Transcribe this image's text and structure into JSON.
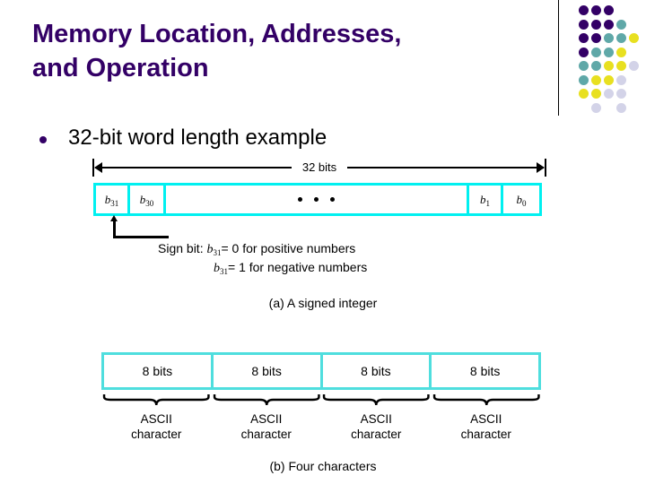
{
  "slide": {
    "title_lines": [
      "Memory Location, Addresses,",
      "and Operation"
    ],
    "title_color": "#330066"
  },
  "decoration": {
    "name": "dot-grid",
    "colors": {
      "purple": "#330066",
      "teal": "#5fa8a8",
      "yellow": "#e8e020",
      "lavender": "#d3d3e8"
    },
    "dots": [
      {
        "col": 0,
        "row": 0,
        "color": "purple"
      },
      {
        "col": 1,
        "row": 0,
        "color": "purple"
      },
      {
        "col": 2,
        "row": 0,
        "color": "purple"
      },
      {
        "col": 0,
        "row": 1,
        "color": "purple"
      },
      {
        "col": 1,
        "row": 1,
        "color": "purple"
      },
      {
        "col": 2,
        "row": 1,
        "color": "purple"
      },
      {
        "col": 3,
        "row": 1,
        "color": "teal"
      },
      {
        "col": 0,
        "row": 2,
        "color": "purple"
      },
      {
        "col": 1,
        "row": 2,
        "color": "purple"
      },
      {
        "col": 2,
        "row": 2,
        "color": "teal"
      },
      {
        "col": 3,
        "row": 2,
        "color": "teal"
      },
      {
        "col": 4,
        "row": 2,
        "color": "yellow"
      },
      {
        "col": 0,
        "row": 3,
        "color": "purple"
      },
      {
        "col": 1,
        "row": 3,
        "color": "teal"
      },
      {
        "col": 2,
        "row": 3,
        "color": "teal"
      },
      {
        "col": 3,
        "row": 3,
        "color": "yellow"
      },
      {
        "col": 0,
        "row": 4,
        "color": "teal"
      },
      {
        "col": 1,
        "row": 4,
        "color": "teal"
      },
      {
        "col": 2,
        "row": 4,
        "color": "yellow"
      },
      {
        "col": 3,
        "row": 4,
        "color": "yellow"
      },
      {
        "col": 4,
        "row": 4,
        "color": "lavender"
      },
      {
        "col": 0,
        "row": 5,
        "color": "teal"
      },
      {
        "col": 1,
        "row": 5,
        "color": "yellow"
      },
      {
        "col": 2,
        "row": 5,
        "color": "yellow"
      },
      {
        "col": 3,
        "row": 5,
        "color": "lavender"
      },
      {
        "col": 0,
        "row": 6,
        "color": "yellow"
      },
      {
        "col": 1,
        "row": 6,
        "color": "yellow"
      },
      {
        "col": 2,
        "row": 6,
        "color": "lavender"
      },
      {
        "col": 3,
        "row": 6,
        "color": "lavender"
      },
      {
        "col": 1,
        "row": 7,
        "color": "lavender"
      },
      {
        "col": 3,
        "row": 7,
        "color": "lavender"
      }
    ]
  },
  "bullet": {
    "text": "32-bit word length example",
    "marker_color": "#330066"
  },
  "figure_a": {
    "dimension_label": "32 bits",
    "word_cells": [
      {
        "name": "b31",
        "base": "b",
        "sub": "31"
      },
      {
        "name": "b30",
        "base": "b",
        "sub": "30"
      },
      {
        "name": "middle-ellipsis",
        "base": "",
        "sub": ""
      },
      {
        "name": "b1",
        "base": "b",
        "sub": "1"
      },
      {
        "name": "b0",
        "base": "b",
        "sub": "0"
      }
    ],
    "sign_bit": {
      "label": "Sign bit:",
      "line1_var": "b",
      "line1_sub": "31",
      "line1_rest": "= 0 for positive numbers",
      "line2_var": "b",
      "line2_sub": "31",
      "line2_rest": "= 1 for negative numbers"
    },
    "caption": "(a) A signed integer",
    "box_border_color": "#00f0f0"
  },
  "figure_b": {
    "byte_cells": [
      "8 bits",
      "8 bits",
      "8 bits",
      "8 bits"
    ],
    "ascii_labels": [
      {
        "line1": "ASCII",
        "line2": "character"
      },
      {
        "line1": "ASCII",
        "line2": "character"
      },
      {
        "line1": "ASCII",
        "line2": "character"
      },
      {
        "line1": "ASCII",
        "line2": "character"
      }
    ],
    "caption": "(b) Four characters",
    "box_border_color": "#4fdede"
  }
}
